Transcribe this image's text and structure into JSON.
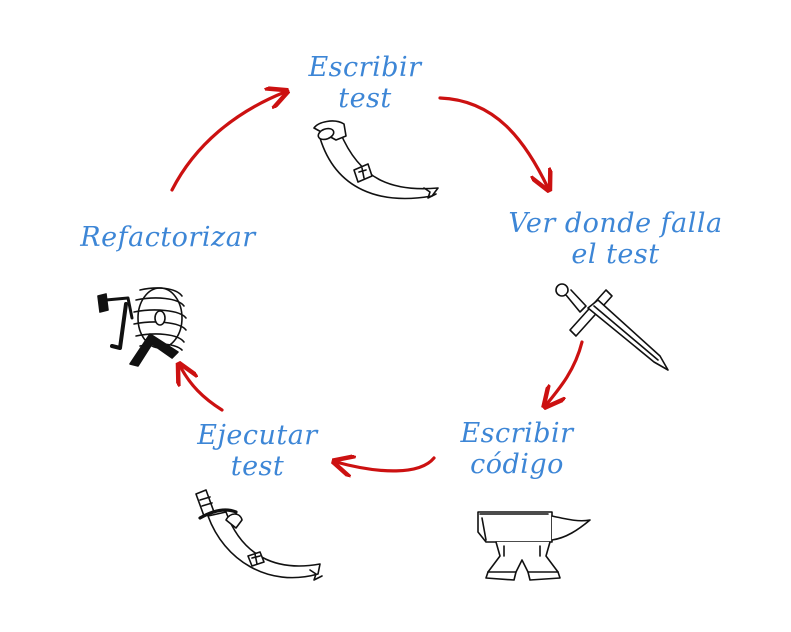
{
  "diagram": {
    "steps": [
      {
        "id": "write-test",
        "lines": [
          "Escribir",
          "test"
        ],
        "icon": "scimitar-in-scabbard-icon"
      },
      {
        "id": "see-fail",
        "lines": [
          "Ver donde falla",
          "el test"
        ],
        "icon": "sword-icon"
      },
      {
        "id": "write-code",
        "lines": [
          "Escribir",
          "código"
        ],
        "icon": "anvil-icon"
      },
      {
        "id": "run-test",
        "lines": [
          "Ejecutar",
          "test"
        ],
        "icon": "sheathed-sword-icon"
      },
      {
        "id": "refactor",
        "lines": [
          "Refactorizar"
        ],
        "icon": "grindstone-icon"
      }
    ],
    "colors": {
      "label": "#3d86d6",
      "arrow": "#cc1111",
      "ink": "#111111"
    }
  }
}
